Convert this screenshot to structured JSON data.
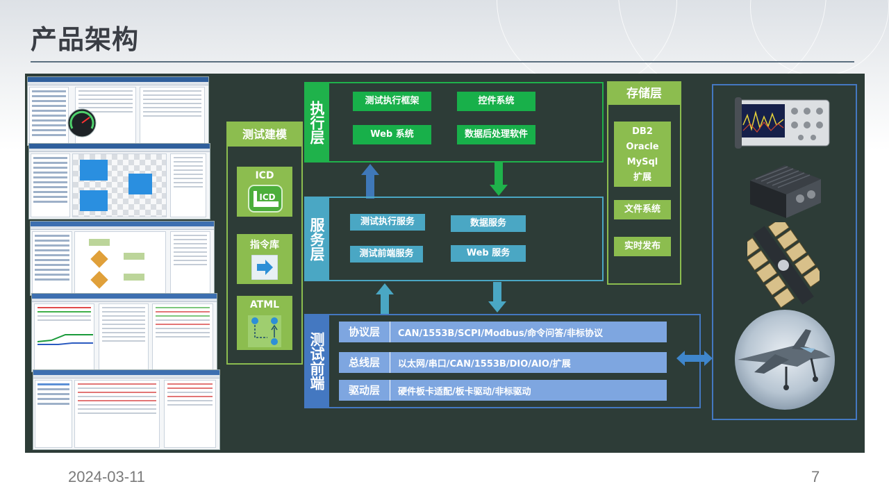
{
  "slide": {
    "title": "产品架构",
    "date": "2024-03-11",
    "page_number": "7"
  },
  "modeling": {
    "title": "测试建模",
    "tools": [
      {
        "label": "ICD",
        "icon": "icd-icon"
      },
      {
        "label": "指令库",
        "icon": "arrow-right-icon"
      },
      {
        "label": "ATML",
        "icon": "flow-nodes-icon"
      }
    ],
    "icd_icon_text": "ICD"
  },
  "execution_layer": {
    "label": "执行层",
    "items": [
      "测试执行框架",
      "控件系统",
      "Web 系统",
      "数据后处理软件"
    ]
  },
  "service_layer": {
    "label": "服务层",
    "items": [
      "测试执行服务",
      "数据服务",
      "测试前端服务",
      "Web 服务"
    ]
  },
  "test_frontend": {
    "label": "测试前端",
    "rows": [
      {
        "name": "协议层",
        "value": "CAN/1553B/SCPI/Modbus/命令问答/非标协议"
      },
      {
        "name": "总线层",
        "value": "以太网/串口/CAN/1553B/DIO/AIO/扩展"
      },
      {
        "name": "驱动层",
        "value": "硬件板卡适配/板卡驱动/非标驱动"
      }
    ]
  },
  "storage_layer": {
    "title": "存储层",
    "databases": [
      "DB2",
      "Oracle",
      "MySql",
      "扩展"
    ],
    "items": [
      "文件系统",
      "实时发布"
    ]
  },
  "devices": [
    "oscilloscope-icon",
    "rugged-computer-icon",
    "satellite-icon",
    "fighter-jet-icon"
  ],
  "colors": {
    "background": "#2d3c37",
    "modeling_green": "#8cbd4f",
    "execution_green": "#1fb24b",
    "service_teal": "#4aa7c4",
    "frontend_blue": "#4478c1",
    "frontend_row": "#7ea6e0"
  }
}
